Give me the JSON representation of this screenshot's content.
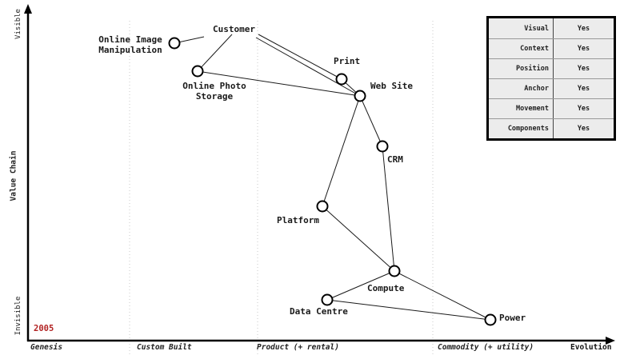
{
  "diagram": {
    "year": "2005",
    "y_axis": {
      "title": "Value Chain",
      "top_label": "Visible",
      "bottom_label": "Invisible"
    },
    "x_axis": {
      "title": "Evolution",
      "stages": [
        "Genesis",
        "Custom Built",
        "Product (+ rental)",
        "Commodity (+ utility)"
      ]
    }
  },
  "nodes": {
    "customer": {
      "label": "Customer",
      "type": "anchor"
    },
    "online_image_manipulation": {
      "label": "Online Image\nManipulation",
      "type": "component"
    },
    "online_photo_storage": {
      "label": "Online Photo\nStorage",
      "type": "component"
    },
    "print": {
      "label": "Print",
      "type": "component"
    },
    "web_site": {
      "label": "Web Site",
      "type": "component"
    },
    "crm": {
      "label": "CRM",
      "type": "component"
    },
    "platform": {
      "label": "Platform",
      "type": "component"
    },
    "compute": {
      "label": "Compute",
      "type": "component"
    },
    "data_centre": {
      "label": "Data Centre",
      "type": "component"
    },
    "power": {
      "label": "Power",
      "type": "component"
    }
  },
  "edges": [
    [
      "Online Image Manipulation",
      "Customer"
    ],
    [
      "Online Photo Storage",
      "Customer"
    ],
    [
      "Customer",
      "Print"
    ],
    [
      "Customer",
      "Web Site"
    ],
    [
      "Print",
      "Web Site"
    ],
    [
      "Online Photo Storage",
      "Web Site"
    ],
    [
      "Web Site",
      "Platform"
    ],
    [
      "Web Site",
      "CRM"
    ],
    [
      "CRM",
      "Compute"
    ],
    [
      "Platform",
      "Compute"
    ],
    [
      "Compute",
      "Data Centre"
    ],
    [
      "Compute",
      "Power"
    ],
    [
      "Data Centre",
      "Power"
    ]
  ],
  "legend": {
    "rows": [
      {
        "label": "Visual",
        "value": "Yes"
      },
      {
        "label": "Context",
        "value": "Yes"
      },
      {
        "label": "Position",
        "value": "Yes"
      },
      {
        "label": "Anchor",
        "value": "Yes"
      },
      {
        "label": "Movement",
        "value": "Yes"
      },
      {
        "label": "Components",
        "value": "Yes"
      }
    ]
  },
  "colors": {
    "line": "#1a1a1a",
    "grid": "#c8c8c8",
    "year": "#b22222",
    "table_bg": "#ececec"
  }
}
